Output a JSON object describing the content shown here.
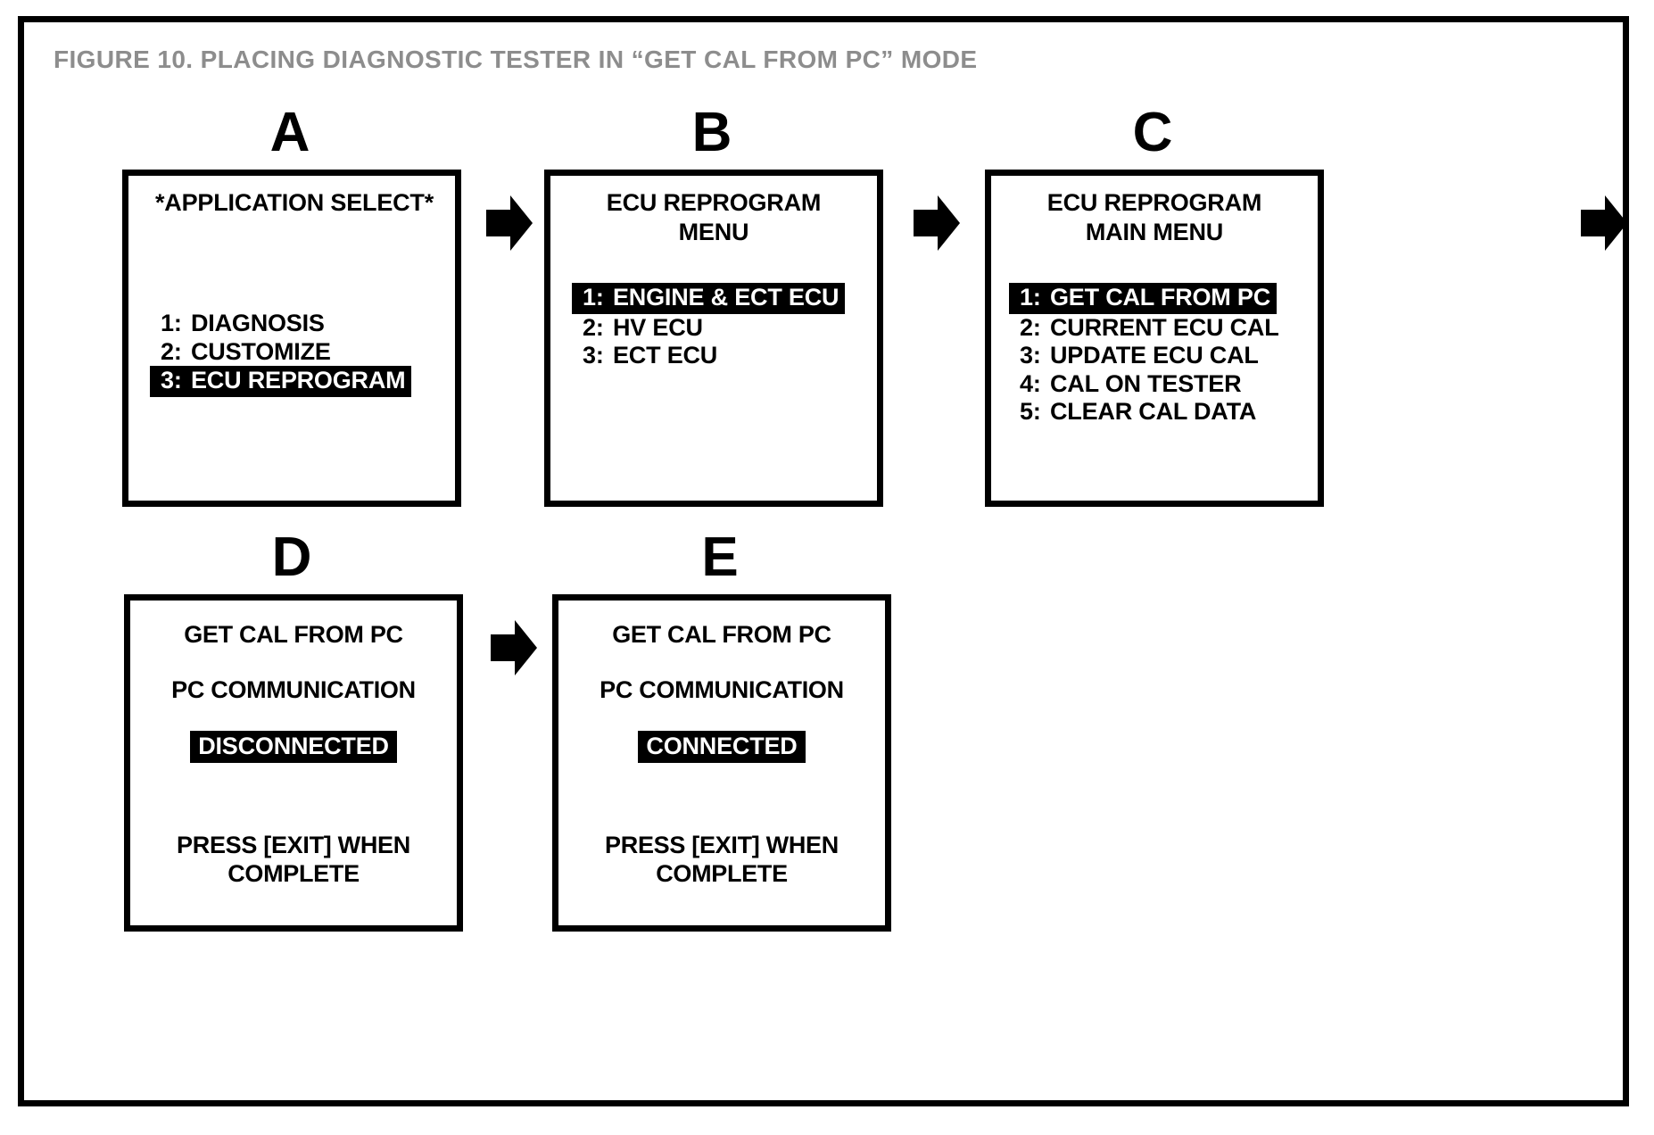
{
  "figure": {
    "title": "FIGURE 10.  PLACING DIAGNOSTIC TESTER IN “GET CAL FROM PC” MODE",
    "title_color": "#8d8d8d",
    "frame_color": "#000000",
    "highlight_bg": "#000000",
    "highlight_fg": "#ffffff"
  },
  "panels": {
    "a": {
      "letter": "A",
      "title": "*APPLICATION SELECT*",
      "items": [
        {
          "num": "1:",
          "label": "DIAGNOSIS",
          "highlighted": false
        },
        {
          "num": "2:",
          "label": "CUSTOMIZE",
          "highlighted": false
        },
        {
          "num": "3:",
          "label": "ECU REPROGRAM",
          "highlighted": true
        }
      ]
    },
    "b": {
      "letter": "B",
      "title_line1": "ECU REPROGRAM",
      "title_line2": "MENU",
      "items": [
        {
          "num": "1:",
          "label": "ENGINE & ECT ECU",
          "highlighted": true
        },
        {
          "num": "2:",
          "label": "HV ECU",
          "highlighted": false
        },
        {
          "num": "3:",
          "label": "ECT ECU",
          "highlighted": false
        }
      ]
    },
    "c": {
      "letter": "C",
      "title_line1": "ECU REPROGRAM",
      "title_line2": "MAIN MENU",
      "items": [
        {
          "num": "1:",
          "label": "GET CAL FROM PC",
          "highlighted": true
        },
        {
          "num": "2:",
          "label": "CURRENT ECU CAL",
          "highlighted": false
        },
        {
          "num": "3:",
          "label": "UPDATE ECU CAL",
          "highlighted": false
        },
        {
          "num": "4:",
          "label": "CAL ON TESTER",
          "highlighted": false
        },
        {
          "num": "5:",
          "label": "CLEAR CAL DATA",
          "highlighted": false
        }
      ]
    },
    "d": {
      "letter": "D",
      "line1": "GET CAL FROM PC",
      "line2": "PC COMMUNICATION",
      "status": "DISCONNECTED",
      "footer_line1": "PRESS [EXIT] WHEN",
      "footer_line2": "COMPLETE"
    },
    "e": {
      "letter": "E",
      "line1": "GET CAL FROM PC",
      "line2": "PC COMMUNICATION",
      "status": "CONNECTED",
      "footer_line1": "PRESS [EXIT] WHEN",
      "footer_line2": "COMPLETE"
    }
  },
  "arrows": [
    {
      "name": "arrow-a-to-b",
      "from": "A",
      "to": "B"
    },
    {
      "name": "arrow-b-to-c",
      "from": "B",
      "to": "C"
    },
    {
      "name": "arrow-c-to-d",
      "from": "C",
      "to": "D"
    },
    {
      "name": "arrow-d-to-e",
      "from": "D",
      "to": "E"
    }
  ]
}
